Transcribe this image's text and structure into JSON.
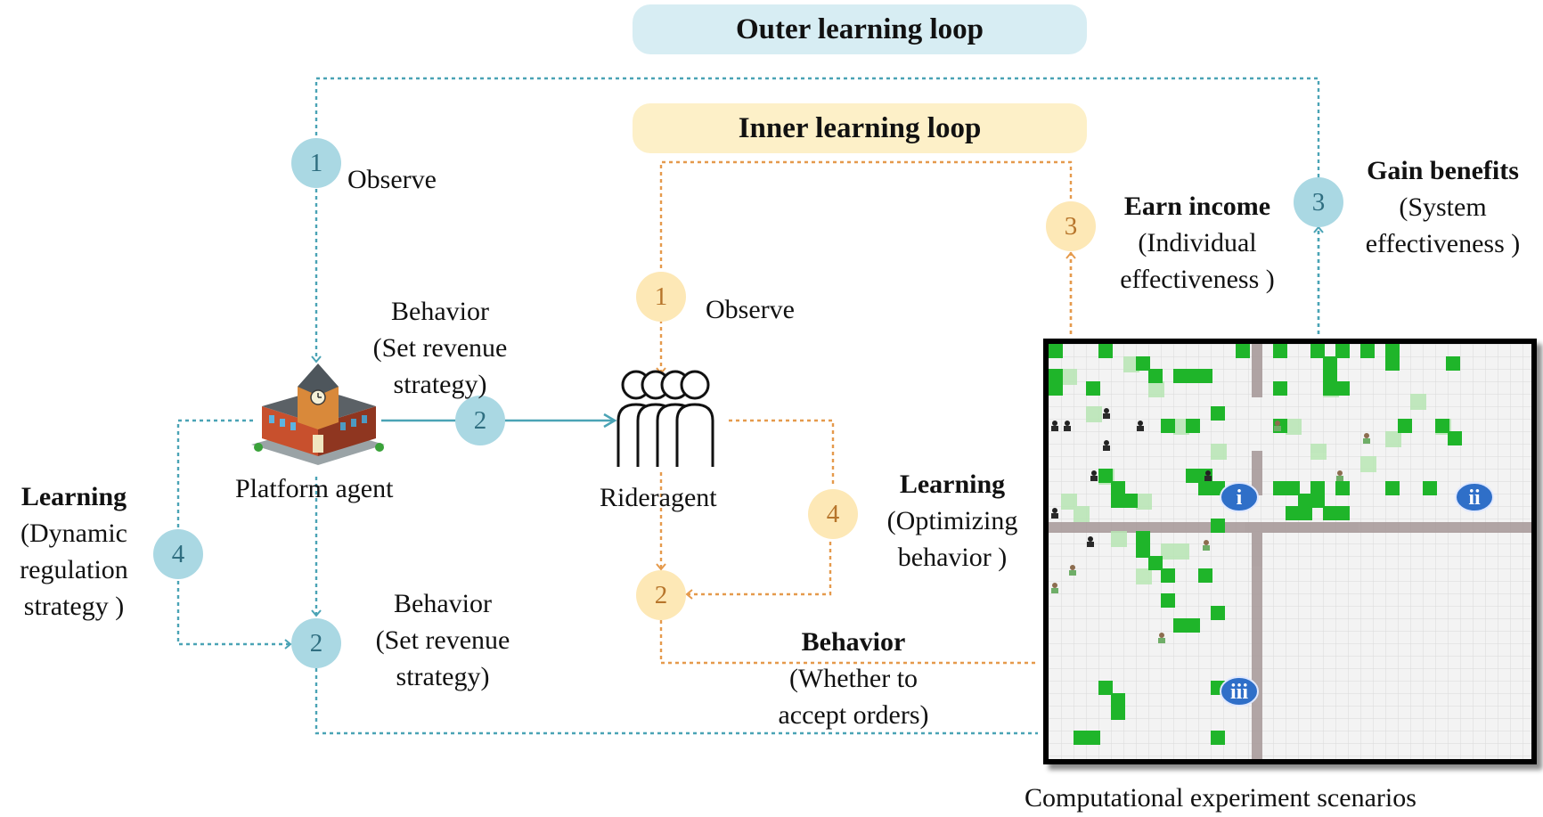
{
  "outer_loop": {
    "title": "Outer learning loop",
    "step1": {
      "num": "1",
      "label": "Observe"
    },
    "step2_arrow": {
      "num": "2",
      "label": [
        "Behavior",
        "(Set revenue",
        "strategy)"
      ]
    },
    "step2_node": {
      "num": "2",
      "label": [
        "Behavior",
        "(Set revenue",
        "strategy)"
      ]
    },
    "step3": {
      "num": "3",
      "title": "Gain benefits",
      "label": [
        "(System",
        "effectiveness )"
      ]
    },
    "step4": {
      "num": "4",
      "title": "Learning",
      "label": [
        "(Dynamic",
        "regulation",
        "strategy )"
      ]
    }
  },
  "inner_loop": {
    "title": "Inner learning loop",
    "step1": {
      "num": "1",
      "label": "Observe"
    },
    "step2": {
      "num": "2"
    },
    "step3": {
      "num": "3",
      "title": "Earn income",
      "label": [
        "(Individual",
        "effectiveness )"
      ]
    },
    "step4": {
      "num": "4",
      "title": "Learning",
      "label": [
        "(Optimizing",
        "behavior )"
      ]
    },
    "behavior": {
      "title": "Behavior",
      "label": [
        "(Whether to",
        "accept orders)"
      ]
    }
  },
  "agents": {
    "platform": "Platform agent",
    "rider": "Rideragent"
  },
  "scenario": {
    "caption": "Computational experiment scenarios",
    "markers": [
      "i",
      "ii",
      "iii"
    ]
  },
  "colors": {
    "outer": "#4aa3b5",
    "inner": "#e59a4c",
    "outer_banner": "#d7edf3",
    "inner_banner": "#fdf0c8",
    "green": "#1fb52a"
  }
}
